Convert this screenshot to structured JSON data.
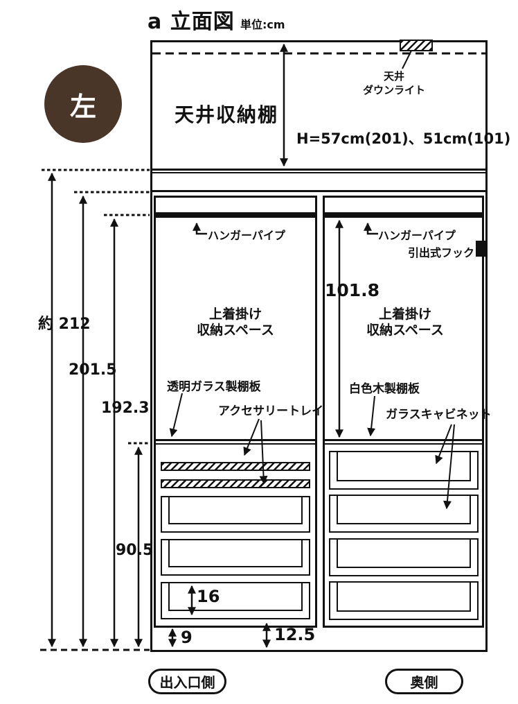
{
  "header": {
    "title": "a 立面図",
    "unit": "単位:cm"
  },
  "badge": {
    "label": "左",
    "color": "#4a3628"
  },
  "top_section": {
    "shelf_label": "天井収納棚",
    "height_spec": "H=57cm(201)、51cm(101)",
    "downlight_line1": "天井",
    "downlight_line2": "ダウンライト"
  },
  "left_compartment": {
    "hanger_pipe": "ハンガーパイプ",
    "space_line1": "上着掛け",
    "space_line2": "収納スペース",
    "glass_shelf": "透明ガラス製棚板",
    "accessory_tray": "アクセサリートレイ"
  },
  "right_compartment": {
    "hanger_pipe": "ハンガーパイプ",
    "pullout_hook": "引出式フック",
    "space_line1": "上着掛け",
    "space_line2": "収納スペース",
    "wood_shelf": "白色木製棚板",
    "glass_cabinet": "ガラスキャビネット",
    "hanger_height": "101.8"
  },
  "dimensions": {
    "unit": "cm",
    "overall": "約 212",
    "upper": "201.5",
    "hanger": "192.3",
    "lower": "90.5",
    "drawer_height": "16",
    "base_left": "9",
    "base_right": "12.5"
  },
  "footer": {
    "entrance": "出入口側",
    "back": "奥側"
  }
}
